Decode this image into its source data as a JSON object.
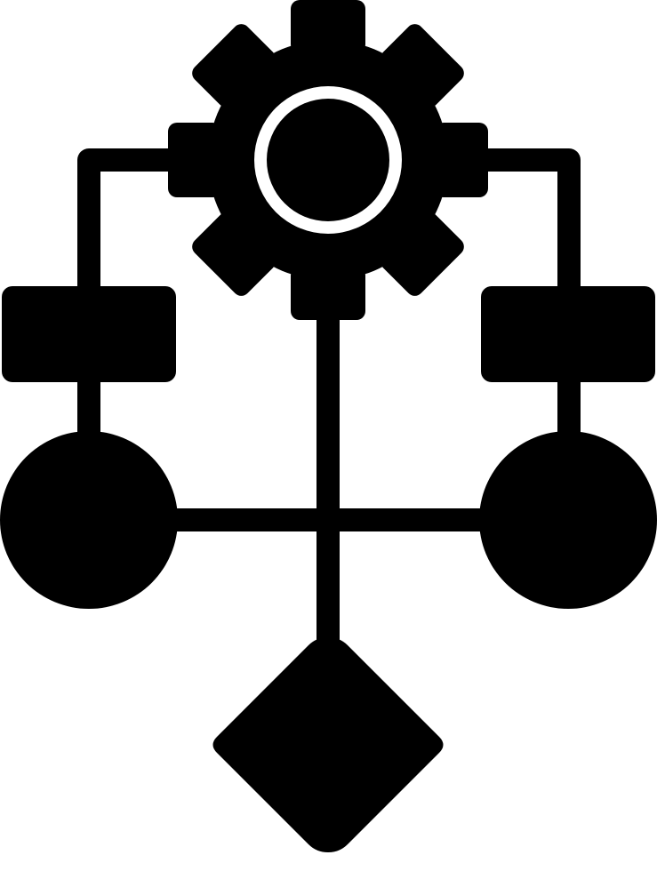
{
  "icon": {
    "name": "workflow-gear-flowchart-icon",
    "style": "glyph",
    "colors": {
      "foreground": "#000000",
      "background": "#ffffff"
    },
    "parts": [
      "gear",
      "process-box-left",
      "process-box-right",
      "node-circle-left",
      "node-circle-right",
      "decision-diamond",
      "connector-lines"
    ]
  }
}
